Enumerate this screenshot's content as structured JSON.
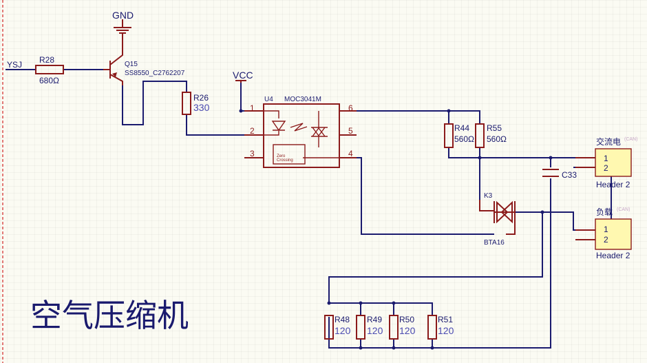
{
  "title": "空气压缩机",
  "net_labels": {
    "input": "YSJ",
    "gnd": "GND",
    "vcc": "VCC"
  },
  "components": {
    "r28": {
      "ref": "R28",
      "value": "680Ω"
    },
    "q15": {
      "ref": "Q15",
      "value": "SS8550_C2762207"
    },
    "r26": {
      "ref": "R26",
      "value": "330"
    },
    "u4": {
      "ref": "U4",
      "value": "MOC3041M",
      "inner_label_1": "Zero",
      "inner_label_2": "Crossing",
      "pins_left": [
        "1",
        "2",
        "3"
      ],
      "pins_right": [
        "6",
        "5",
        "4"
      ]
    },
    "r44": {
      "ref": "R44",
      "value": "560Ω"
    },
    "r55": {
      "ref": "R55",
      "value": "560Ω"
    },
    "c33": {
      "ref": "C33"
    },
    "k3": {
      "ref": "K3",
      "value": "BTA16"
    },
    "hdr_ac": {
      "ref": "交流电",
      "tag": "(CAN)",
      "value": "Header 2",
      "pins": [
        "1",
        "2"
      ]
    },
    "hdr_load": {
      "ref": "负载",
      "tag": "(CAN)",
      "value": "Header 2",
      "pins": [
        "1",
        "2"
      ]
    },
    "r48": {
      "ref": "R48",
      "value": "120"
    },
    "r49": {
      "ref": "R49",
      "value": "120"
    },
    "r50": {
      "ref": "R50",
      "value": "120"
    },
    "r51": {
      "ref": "R51",
      "value": "120"
    }
  },
  "colors": {
    "wire": "#1a1a6e",
    "part": "#8b1a1a",
    "header_fill": "#fff8b0",
    "background": "#fbfbf3",
    "border": "#d22222"
  }
}
